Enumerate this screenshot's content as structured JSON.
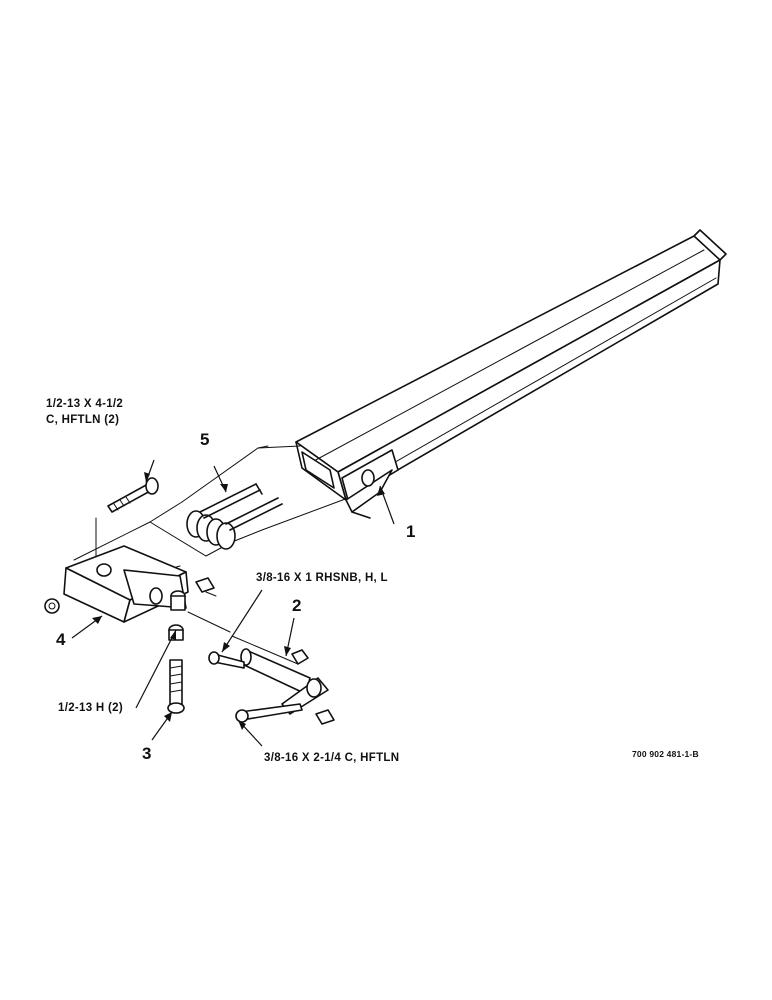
{
  "figure_ref": "700 902 481-1-B",
  "callouts": {
    "c1": "1",
    "c2": "2",
    "c3": "3",
    "c4": "4",
    "c5": "5"
  },
  "specs": {
    "bolt_top_line1": "1/2-13 X 4-1/2",
    "bolt_top_line2": "C, HFTLN (2)",
    "carriage_bolt_short": "3/8-16 X 1 RHSNB, H, L",
    "nut_half": "1/2-13 H (2)",
    "carriage_bolt_long": "3/8-16 X 2-1/4 C, HFTLN"
  }
}
